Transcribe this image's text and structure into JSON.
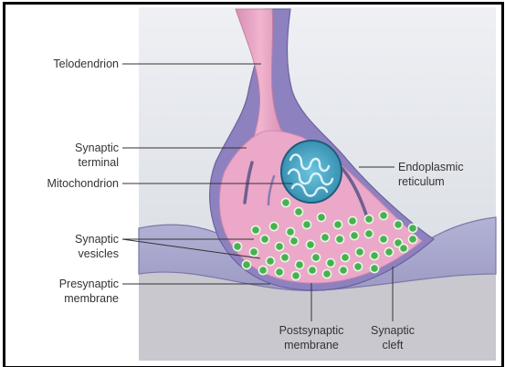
{
  "diagram": {
    "labels": {
      "telodendrion": "Telodendrion",
      "synaptic_terminal": [
        "Synaptic",
        "terminal"
      ],
      "mitochondrion": "Mitochondrion",
      "endoplasmic_reticulum": [
        "Endoplasmic",
        "reticulum"
      ],
      "synaptic_vesicles": [
        "Synaptic",
        "vesicles"
      ],
      "presynaptic_membrane": [
        "Presynaptic",
        "membrane"
      ],
      "postsynaptic_membrane": [
        "Postsynaptic",
        "membrane"
      ],
      "synaptic_cleft": [
        "Synaptic",
        "cleft"
      ]
    },
    "colors": {
      "frame": "#000000",
      "background_panel": "#dde1e7",
      "postsynaptic_cell": "#a9a9cc",
      "postsynaptic_shadow": "#b9b4bf",
      "terminal_outer": "#8e81bf",
      "terminal_inner": "#eba8c8",
      "mitochondrion": "#3f9fc0",
      "vesicle_fill": "#46b24f",
      "vesicle_ring": "#e8f4e6",
      "leader_line": "#333333"
    }
  }
}
